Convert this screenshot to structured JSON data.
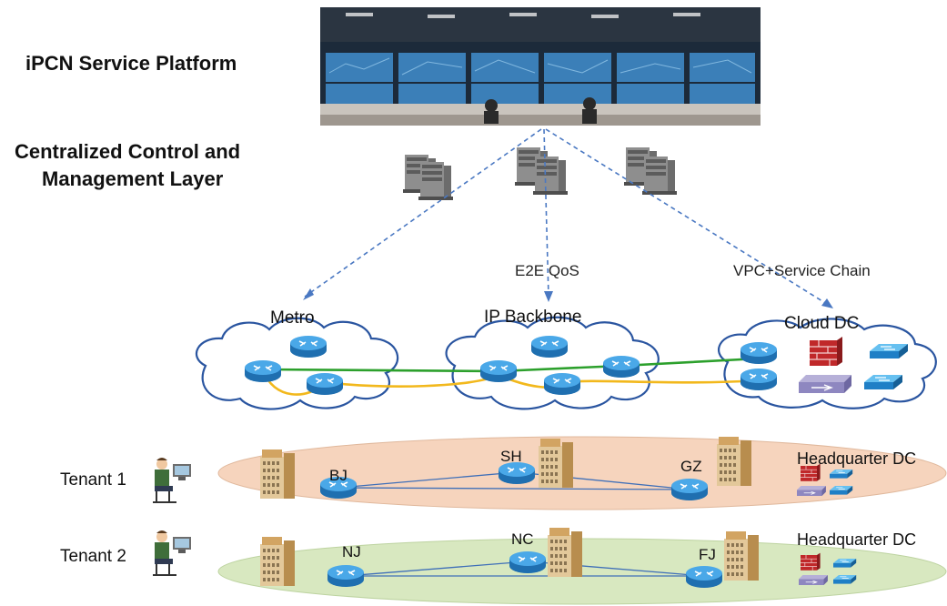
{
  "heading": {
    "platform": "iPCN Service Platform",
    "control_line1": "Centralized Control and",
    "control_line2": "Management Layer"
  },
  "links": {
    "qos": "E2E QoS",
    "vpc": "VPC+Service Chain"
  },
  "clouds": {
    "metro": "Metro",
    "backbone": "IP Backbone",
    "cloud_dc": "Cloud DC"
  },
  "tenants": [
    {
      "label": "Tenant 1",
      "sites": [
        "BJ",
        "SH",
        "GZ"
      ],
      "dc": "Headquarter DC"
    },
    {
      "label": "Tenant 2",
      "sites": [
        "NJ",
        "NC",
        "FJ"
      ],
      "dc": "Headquarter DC"
    }
  ],
  "colors": {
    "green_path": "#2ca02c",
    "yellow_path": "#f2b81c",
    "dashed_link": "#4a78c2",
    "router": "#2e8fd6",
    "tenant1_plane": "#f6d4bd",
    "tenant2_plane": "#d8e8c0",
    "firewall": "#c0282a"
  },
  "icons": [
    "control-room-photo",
    "server-icon",
    "router-icon",
    "firewall-icon",
    "switch-icon",
    "load-balancer-icon",
    "building-icon",
    "person-at-computer-icon"
  ]
}
